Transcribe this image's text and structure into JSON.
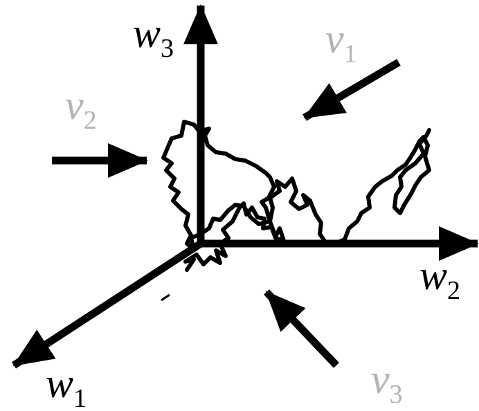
{
  "axes": {
    "w1": {
      "symbol": "w",
      "subscript": "1"
    },
    "w2": {
      "symbol": "w",
      "subscript": "2"
    },
    "w3": {
      "symbol": "w",
      "subscript": "3"
    }
  },
  "directions": {
    "v1": {
      "symbol": "v",
      "subscript": "1"
    },
    "v2": {
      "symbol": "v",
      "subscript": "2"
    },
    "v3": {
      "symbol": "v",
      "subscript": "3"
    }
  },
  "colors": {
    "axis": "#000000",
    "path": "#000000",
    "direction_label": "#b3b3b3"
  }
}
